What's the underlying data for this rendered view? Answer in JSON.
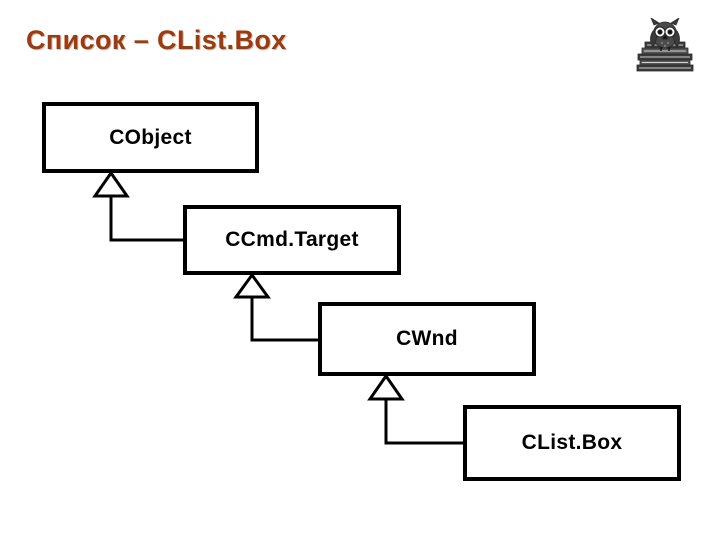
{
  "slide": {
    "title": "Список – CList.Box",
    "title_color": "#9C3A10",
    "background_color": "#FFFFFF",
    "logo": {
      "name": "owl-on-books-clipart",
      "description": "Owl perched on a stack of books"
    }
  },
  "diagram": {
    "type": "uml-class-inheritance",
    "line_color": "#000000",
    "box_fill": "#FFFFFF",
    "box_border_color": "#000000",
    "nodes": [
      {
        "id": "cobject",
        "label": "CObject"
      },
      {
        "id": "ccmdtarget",
        "label": "CCmd.Target"
      },
      {
        "id": "cwnd",
        "label": "CWnd"
      },
      {
        "id": "clistbox",
        "label": "CList.Box"
      }
    ],
    "edges": [
      {
        "from": "ccmdtarget",
        "to": "cobject",
        "kind": "generalization"
      },
      {
        "from": "cwnd",
        "to": "ccmdtarget",
        "kind": "generalization"
      },
      {
        "from": "clistbox",
        "to": "cwnd",
        "kind": "generalization"
      }
    ]
  }
}
